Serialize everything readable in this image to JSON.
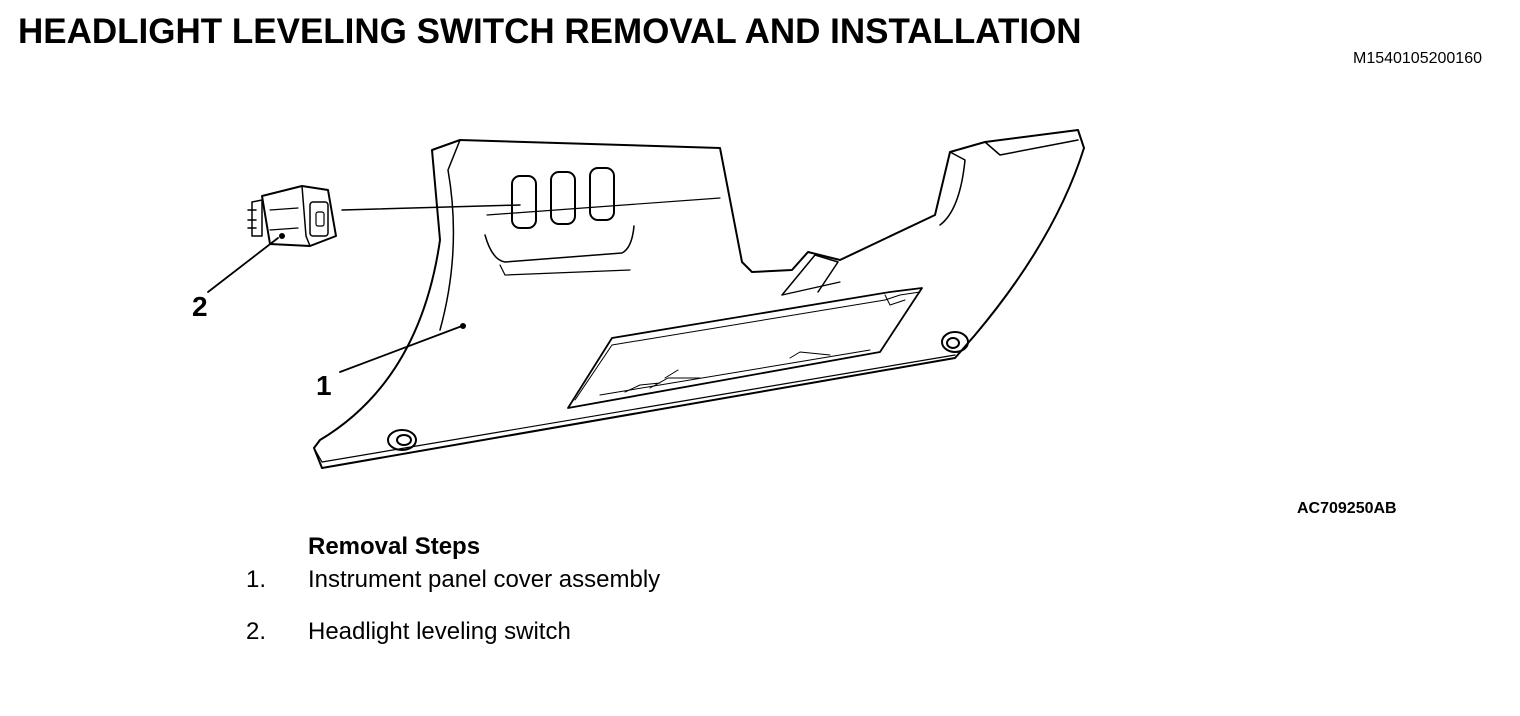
{
  "page": {
    "title": "HEADLIGHT LEVELING SWITCH REMOVAL AND INSTALLATION",
    "doc_code": "M1540105200160"
  },
  "figure": {
    "code": "AC709250AB",
    "callouts": [
      "1",
      "2"
    ]
  },
  "removal": {
    "heading": "Removal Steps",
    "steps": [
      {
        "num": "1.",
        "text": "Instrument panel cover assembly"
      },
      {
        "num": "2.",
        "text": "Headlight leveling switch"
      }
    ]
  }
}
